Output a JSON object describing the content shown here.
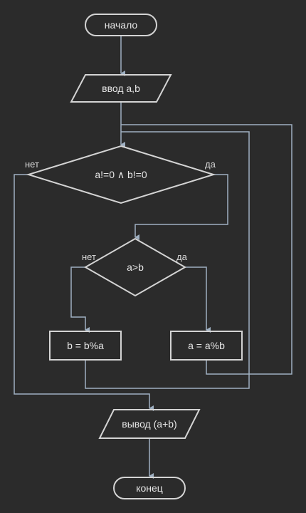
{
  "nodes": {
    "start": "начало",
    "input": "ввод a,b",
    "loop_condition": "a!=0 ∧ b!=0",
    "compare": "a>b",
    "assign_b": "b = b%a",
    "assign_a": "a = a%b",
    "output": "вывод (a+b)",
    "end": "конец"
  },
  "branches": {
    "loop_no": "нет",
    "loop_yes": "да",
    "compare_no": "нет",
    "compare_yes": "да"
  }
}
